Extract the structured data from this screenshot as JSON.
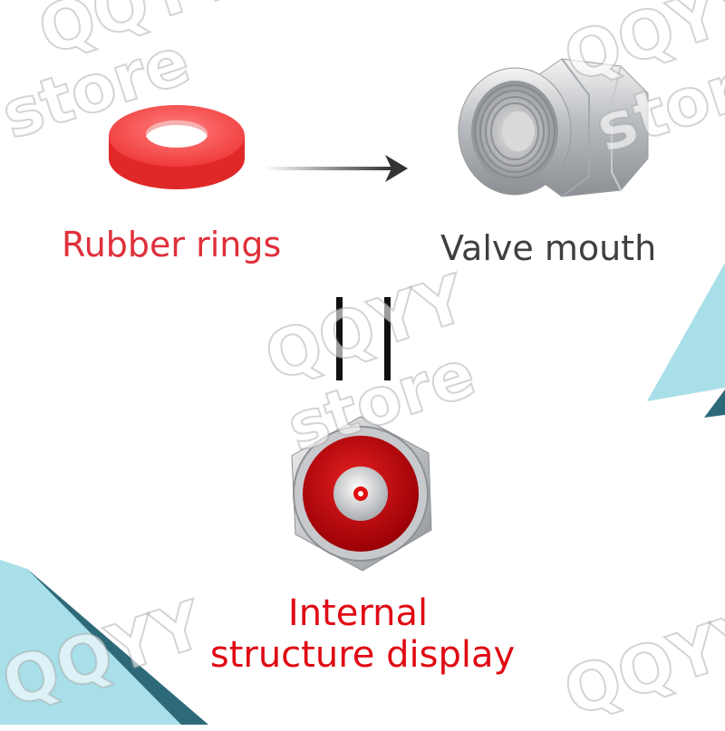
{
  "labels": {
    "rubber_rings": "Rubber rings",
    "valve_mouth": "Valve mouth",
    "internal_line1": "Internal",
    "internal_line2": "structure display"
  },
  "watermarks": {
    "brand": "QQYY",
    "store": "store"
  },
  "colors": {
    "accent_red": "#e00a14",
    "ring_red": "#ef4040",
    "text_dark": "#3f3f3f",
    "triangle_light": "#a9dfe8",
    "triangle_dark": "#2d6a79"
  },
  "icons": [
    "rubber-ring-icon",
    "arrow-right-icon",
    "valve-fitting-icon",
    "internal-fitting-icon",
    "equals-sign-icon"
  ]
}
